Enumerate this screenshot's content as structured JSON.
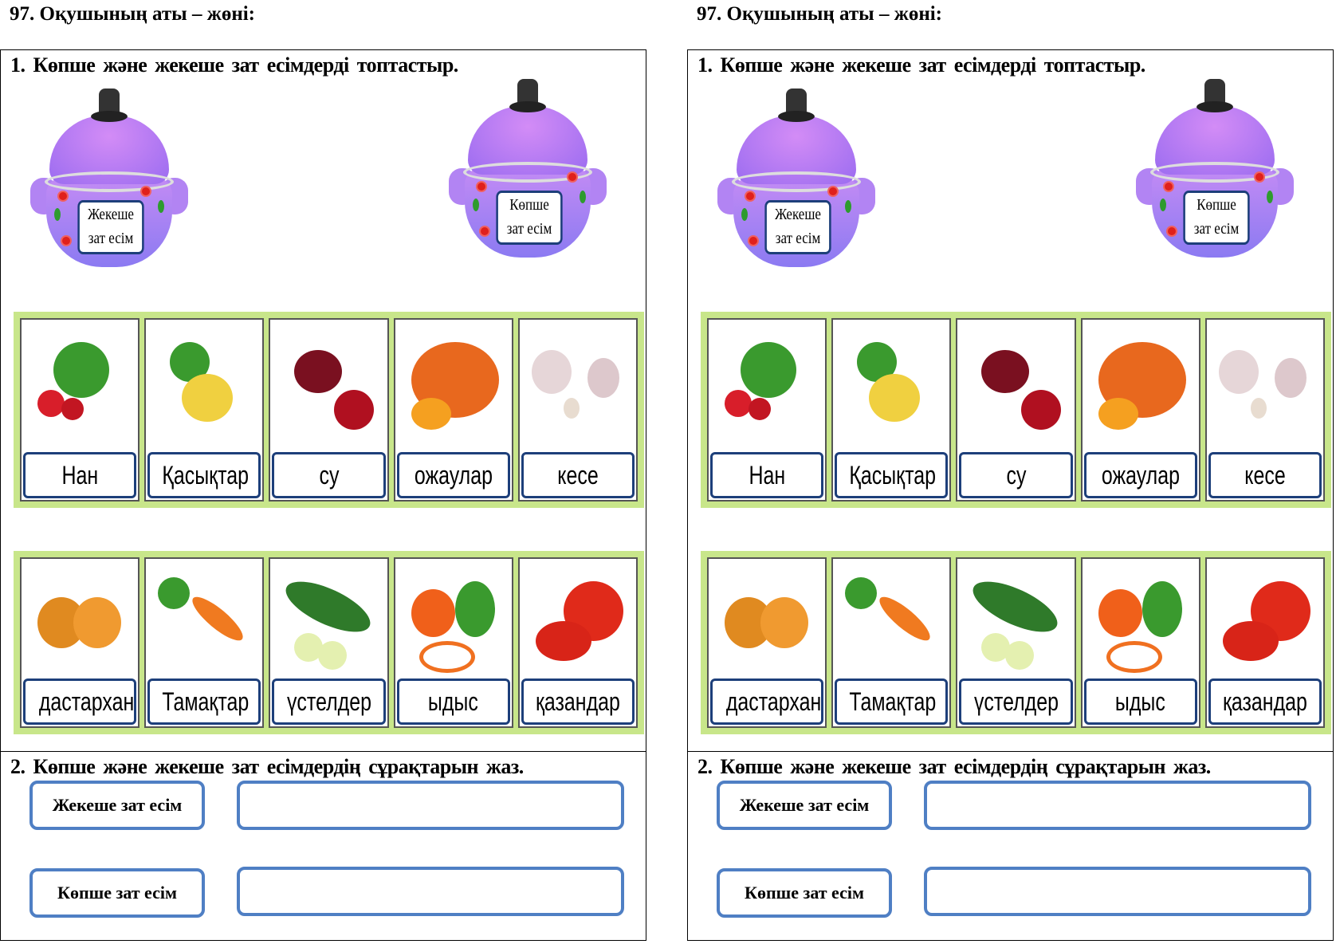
{
  "sheet_title": "97. Оқушының аты – жөні:",
  "task1": {
    "heading": "1.  Көпше  және  жекеше  зат есімдерді топтастыр.",
    "pots": [
      {
        "line1": "Жекеше",
        "line2": "зат есім"
      },
      {
        "line1": "Көпше",
        "line2": "зат есім"
      }
    ],
    "row1": [
      {
        "word": "Нан",
        "picture": "radish"
      },
      {
        "word": "Қасықтар",
        "picture": "turnip"
      },
      {
        "word": "су",
        "picture": "beet"
      },
      {
        "word": "ожаулар",
        "picture": "pumpkin"
      },
      {
        "word": "кесе",
        "picture": "garlic"
      }
    ],
    "row2": [
      {
        "word": "дастархан",
        "picture": "onion"
      },
      {
        "word": "Тамақтар",
        "picture": "carrot"
      },
      {
        "word": "үстелдер",
        "picture": "cucumber"
      },
      {
        "word": "ыдыс",
        "picture": "pepper"
      },
      {
        "word": "қазандар",
        "picture": "tomato"
      }
    ]
  },
  "task2": {
    "heading": "2. Көпше  және  жекеше  зат есімдердің  сұрақтарын жаз.",
    "singular_label": "Жекеше зат есім",
    "plural_label": "Көпше зат есім",
    "singular_answer": "",
    "plural_answer": ""
  },
  "colors": {
    "box_border": "#4f7fc4",
    "strip": "#c8e68a",
    "pot": "#a77ff2"
  }
}
